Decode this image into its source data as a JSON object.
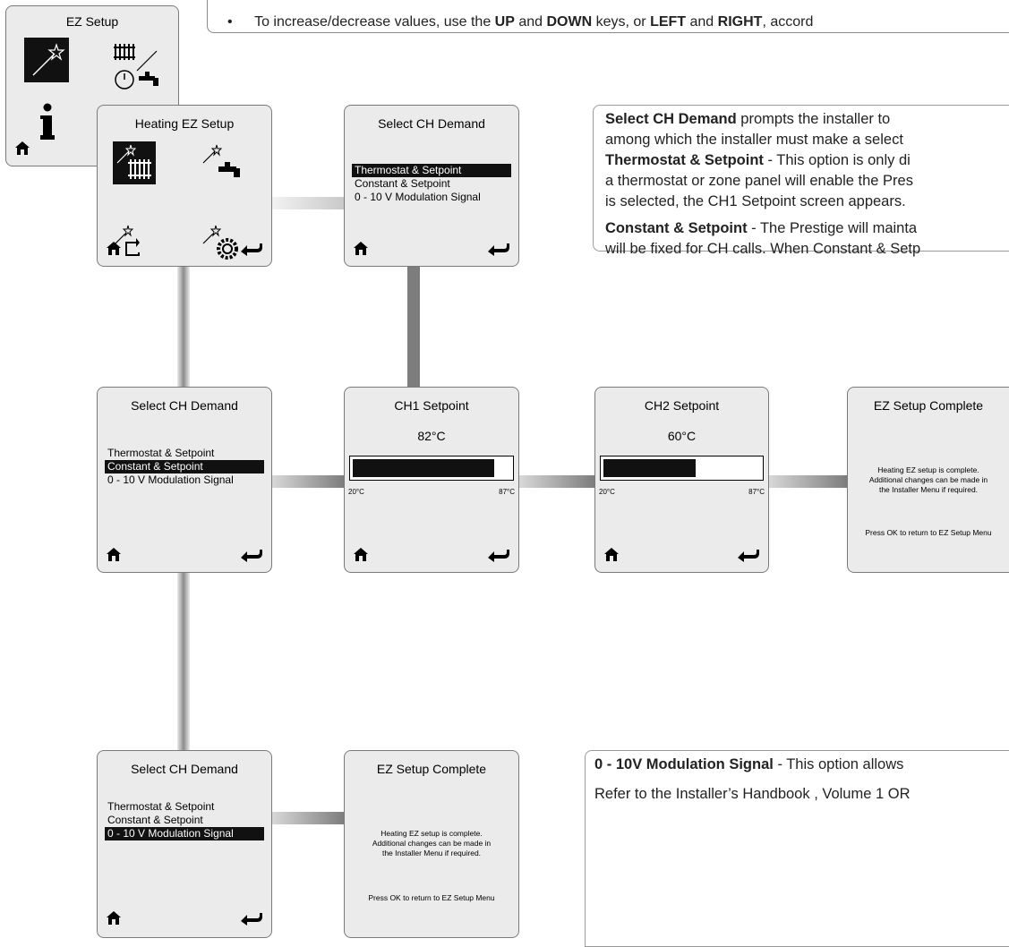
{
  "instruction": {
    "bullet": "•",
    "text": "To increase/decrease values, use the ",
    "k_up": "UP",
    "and1": " and ",
    "k_down": "DOWN",
    "mid": " keys, or ",
    "k_left": "LEFT",
    "and2": " and ",
    "k_right": "RIGHT",
    "tail": ", accord"
  },
  "ez_setup": {
    "title": "EZ Setup"
  },
  "heating_ez": {
    "title": "Heating EZ Setup"
  },
  "ch_demand": {
    "title": "Select CH Demand",
    "options": [
      "Thermostat & Setpoint",
      "Constant & Setpoint",
      "0 - 10 V Modulation Signal"
    ]
  },
  "ch1": {
    "title": "CH1 Setpoint",
    "value": "82°C",
    "min": "20°C",
    "max": "87°C",
    "fill_fraction": 0.9
  },
  "ch2": {
    "title": "CH2 Setpoint",
    "value": "60°C",
    "min": "20°C",
    "max": "87°C",
    "fill_fraction": 0.6
  },
  "complete": {
    "title": "EZ Setup Complete",
    "line1": "Heating EZ setup is complete.",
    "line2": "Additional changes can be made in",
    "line3": "the Installer Menu if required.",
    "ok": "Press OK to return to EZ Setup Menu"
  },
  "desc1": {
    "l1_bold": "Select CH Demand",
    "l1_rest": " prompts the installer to",
    "l2": "among which the installer must make a select",
    "l3_bold": "Thermostat & Setpoint",
    "l3_rest": " - This option is only di",
    "l4": "a thermostat or zone panel will enable the Pres",
    "l5": "is selected, the CH1 Setpoint screen appears.",
    "l6_bold": "Constant & Setpoint",
    "l6_rest": " - The Prestige will mainta",
    "l7": "will be fixed for CH calls. When Constant & Setp"
  },
  "desc2": {
    "l1_bold": "0 - 10V Modulation Signal",
    "l1_rest": " - This option allows",
    "l2": "Refer to the Installer’s Handbook , Volume 1 OR"
  }
}
